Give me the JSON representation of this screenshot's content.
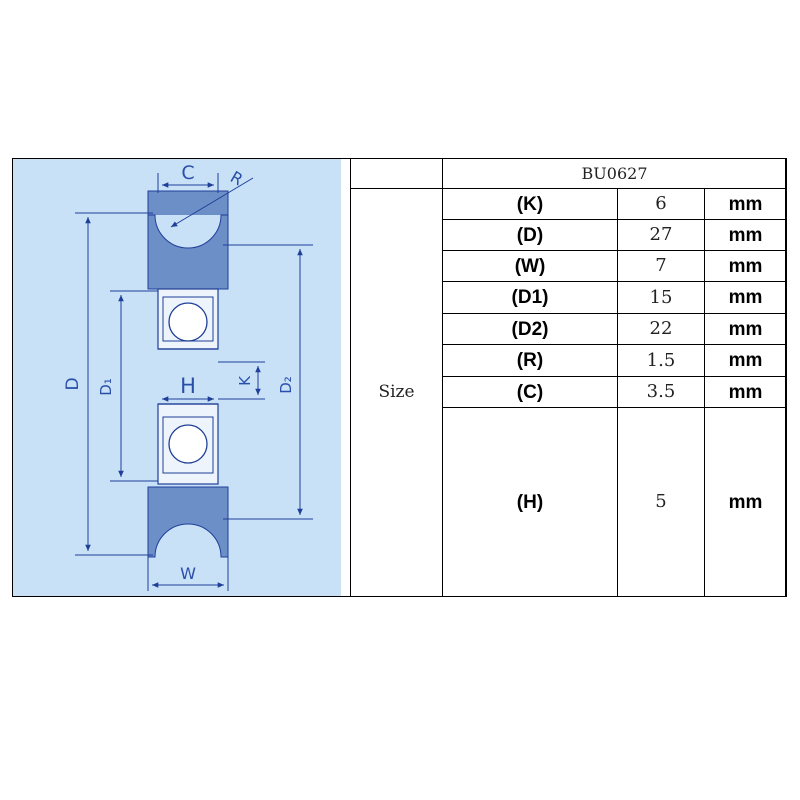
{
  "diagram": {
    "labels": {
      "c": "C",
      "r": "R",
      "d": "D",
      "d1": "D₁",
      "d2": "D₂",
      "h": "H",
      "k": "K",
      "w": "W"
    },
    "colors": {
      "background": "#c8e1f7",
      "body": "#6d8fc7",
      "line": "#1f3f98"
    }
  },
  "table": {
    "model": "BU0627",
    "group_label": "Size",
    "rows": [
      {
        "param": "(K)",
        "value": "6",
        "unit": "mm"
      },
      {
        "param": "(D)",
        "value": "27",
        "unit": "mm"
      },
      {
        "param": "(W)",
        "value": "7",
        "unit": "mm"
      },
      {
        "param": "(D1)",
        "value": "15",
        "unit": "mm"
      },
      {
        "param": "(D2)",
        "value": "22",
        "unit": "mm"
      },
      {
        "param": "(R)",
        "value": "1.5",
        "unit": "mm"
      },
      {
        "param": "(C)",
        "value": "3.5",
        "unit": "mm"
      },
      {
        "param": "(H)",
        "value": "5",
        "unit": "mm"
      }
    ]
  }
}
